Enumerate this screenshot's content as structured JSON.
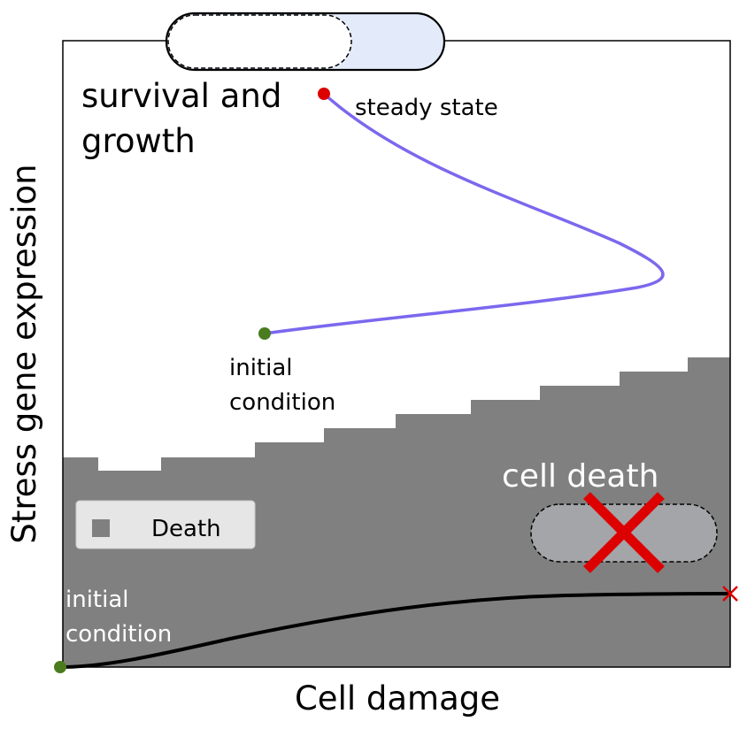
{
  "axes": {
    "xlabel": "Cell damage",
    "ylabel": "Stress gene expression"
  },
  "regions": {
    "survival_label_line1": "survival and",
    "survival_label_line2": "growth",
    "death_label": "cell death"
  },
  "trajectory_survival": {
    "start_label_line1": "initial",
    "start_label_line2": "condition",
    "end_label": "steady state",
    "line_color": "#7b68ee",
    "start_color": "#4a7c1f",
    "end_color": "#dd0000"
  },
  "trajectory_death": {
    "start_label_line1": "initial",
    "start_label_line2": "condition",
    "line_color": "#000000",
    "start_color": "#4a7c1f",
    "end_marker_color": "#dd0000"
  },
  "legend": {
    "label": "Death",
    "swatch_color": "#808080"
  },
  "colors": {
    "death_region": "#808080",
    "healthy_cell_fill": "#e3ebfb",
    "dead_cell_fill": "#a4a5a8",
    "cross": "#dd0000"
  },
  "icons": {
    "healthy_cell": "elongated-cell-icon",
    "dead_cell": "dead-cell-icon"
  }
}
